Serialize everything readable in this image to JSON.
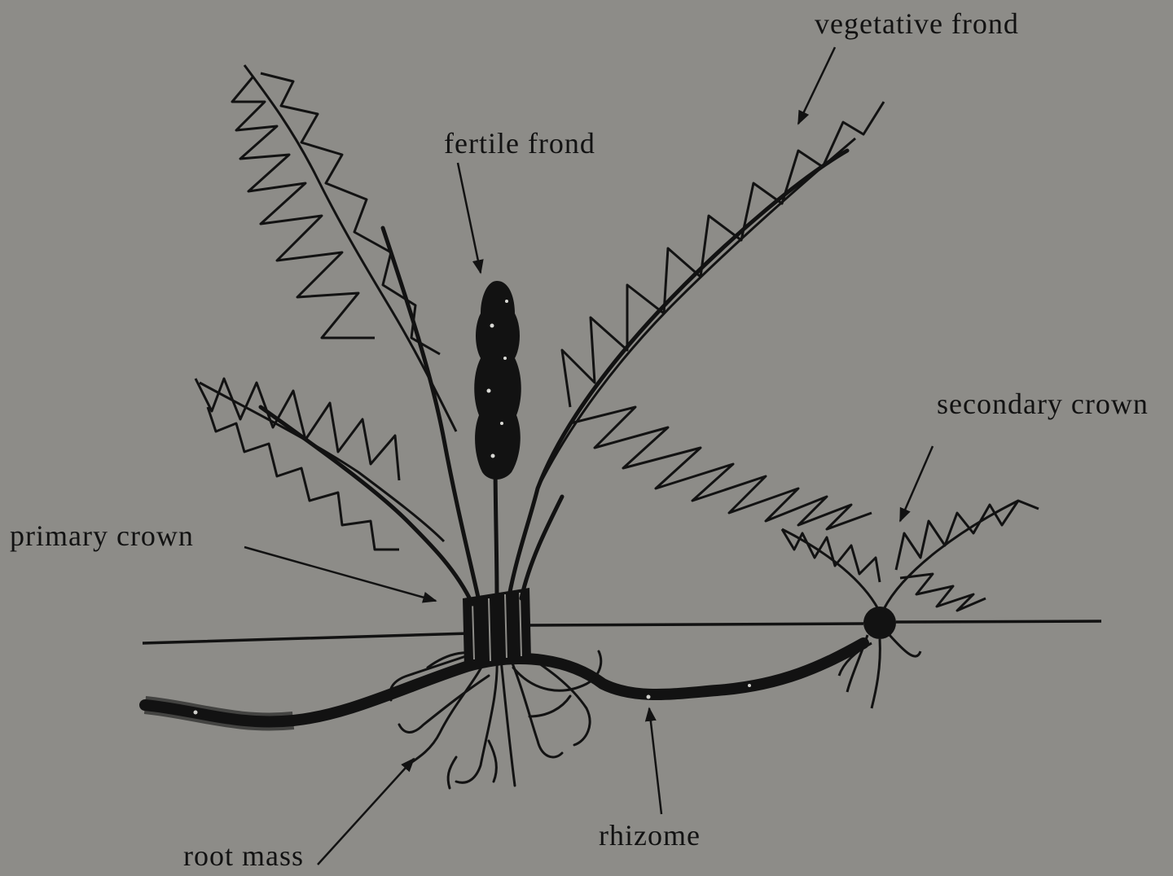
{
  "diagram": {
    "labels": {
      "vegetative_frond": "vegetative frond",
      "fertile_frond": "fertile frond",
      "secondary_crown": "secondary crown",
      "primary_crown": "primary crown",
      "root_mass": "root mass",
      "rhizome": "rhizome"
    }
  },
  "colors": {
    "background": "#8d8c88",
    "ink": "#121212"
  }
}
